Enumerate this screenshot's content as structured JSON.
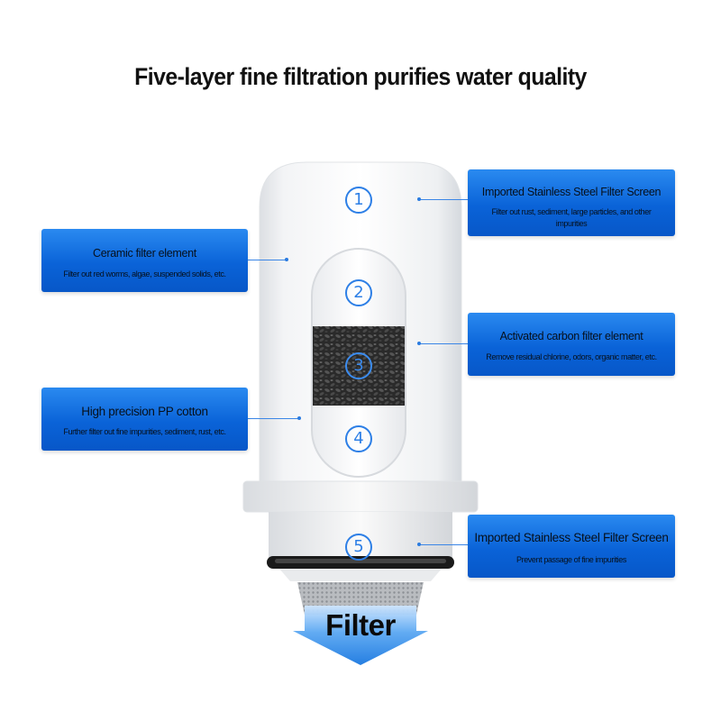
{
  "title": "Five-layer fine filtration purifies water quality",
  "layers": [
    {
      "number": "1",
      "title": "Imported Stainless Steel Filter Screen",
      "description": "Filter out rust, sediment, large particles, and other impurities"
    },
    {
      "number": "2",
      "title": "Ceramic filter element",
      "description": "Filter out red worms, algae, suspended solids, etc."
    },
    {
      "number": "3",
      "title": "Activated carbon filter element",
      "description": "Remove residual chlorine, odors, organic matter, etc."
    },
    {
      "number": "4",
      "title": "High precision PP cotton",
      "description": "Further filter out fine impurities, sediment, rust, etc."
    },
    {
      "number": "5",
      "title": "Imported Stainless Steel Filter Screen",
      "description": "Prevent passage of fine impurities"
    }
  ],
  "filter_arrow_label": "Filter",
  "colors": {
    "accent": "#0a63d8",
    "number_ring": "#2d7fe6"
  }
}
